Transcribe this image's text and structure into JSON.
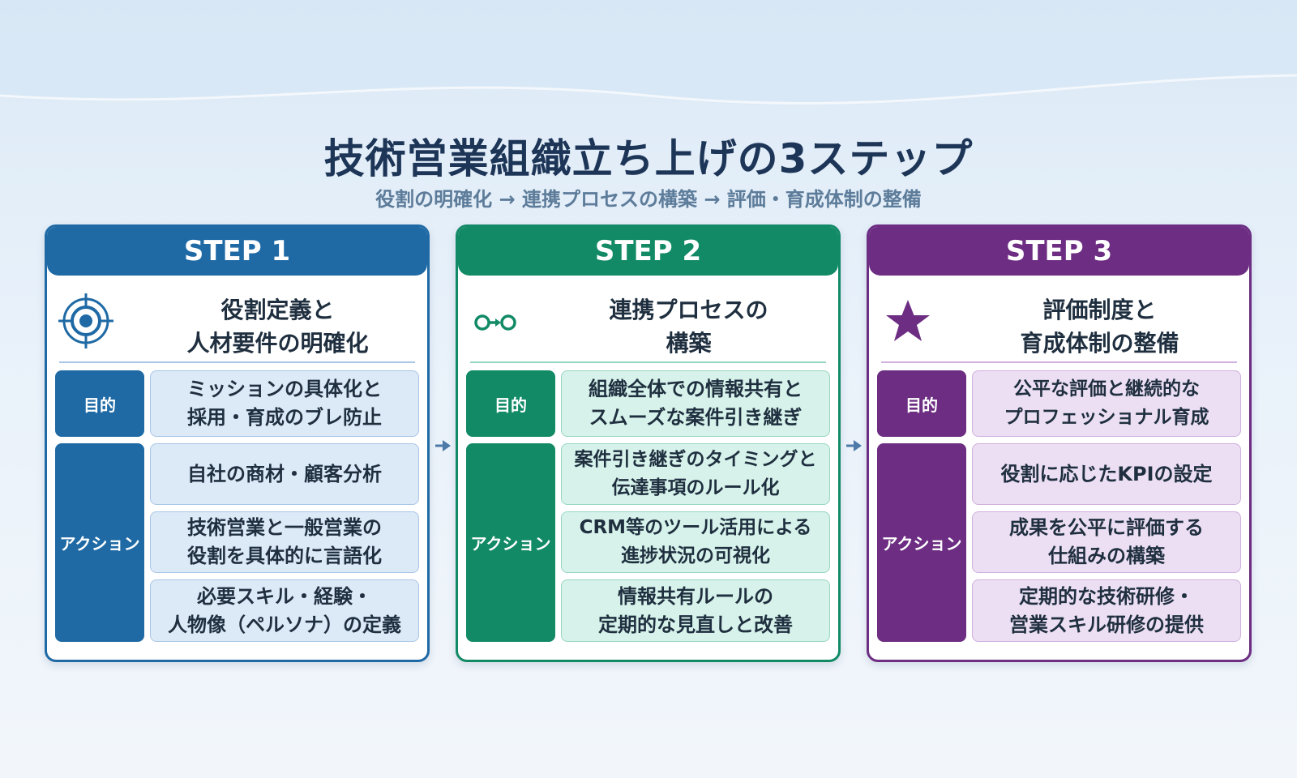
{
  "title": "技術営業組織立ち上げの3ステップ",
  "subtitle": "役割の明確化 → 連携プロセスの構築 → 評価・育成体制の整備",
  "steps": [
    {
      "header": "STEP 1",
      "heading": "役割定義と\n人材要件の明確化",
      "icon": "target-icon",
      "purpose_label": "目的",
      "purpose": "ミッションの具体化と\n採用・育成のブレ防止",
      "action_label": "アクション",
      "actions": [
        "自社の商材・顧客分析",
        "技術営業と一般営業の\n役割を具体的に言語化",
        "必要スキル・経験・\n人物像（ペルソナ）の定義"
      ]
    },
    {
      "header": "STEP 2",
      "heading": "連携プロセスの\n構築",
      "icon": "link-icon",
      "purpose_label": "目的",
      "purpose": "組織全体での情報共有と\nスムーズな案件引き継ぎ",
      "action_label": "アクション",
      "actions": [
        "案件引き継ぎのタイミングと\n伝達事項のルール化",
        "CRM等のツール活用による\n進捗状況の可視化",
        "情報共有ルールの\n定期的な見直しと改善"
      ]
    },
    {
      "header": "STEP 3",
      "heading": "評価制度と\n育成体制の整備",
      "icon": "star-icon",
      "purpose_label": "目的",
      "purpose": "公平な評価と継続的な\nプロフェッショナル育成",
      "action_label": "アクション",
      "actions": [
        "役割に応じたKPIの設定",
        "成果を公平に評価する\n仕組みの構築",
        "定期的な技術研修・\n営業スキル研修の提供"
      ]
    }
  ],
  "colors": {
    "step1": "#1f6aa5",
    "step1_light": "#dce9f7",
    "step1_border": "#a9c6e6",
    "step2": "#128a66",
    "step2_light": "#d6f2ea",
    "step2_border": "#98d6c2",
    "step3": "#6c2d82",
    "step3_light": "#ecdff3",
    "step3_border": "#cfb0de",
    "title": "#1d3557",
    "subtitle": "#5d7c9a",
    "arrow": "#4d7aa8"
  }
}
